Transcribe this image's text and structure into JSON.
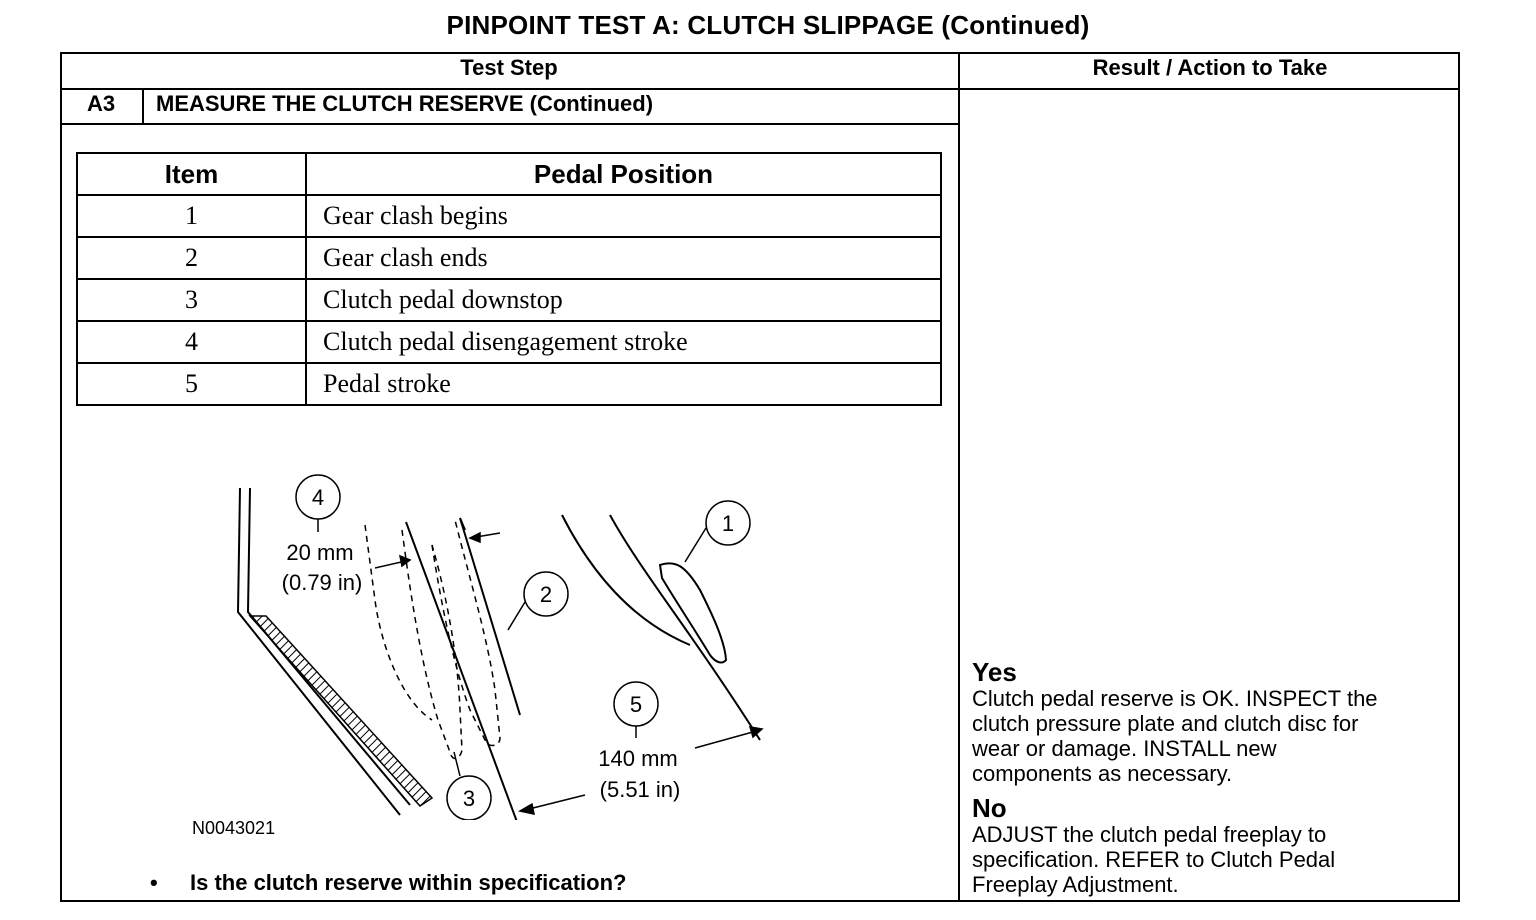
{
  "title": "PINPOINT TEST  A: CLUTCH SLIPPAGE (Continued)",
  "columns": {
    "test_step": "Test Step",
    "result_action": "Result / Action to Take"
  },
  "step": {
    "id": "A3",
    "title": "MEASURE THE CLUTCH RESERVE (Continued)"
  },
  "table": {
    "headers": [
      "Item",
      "Pedal Position"
    ],
    "rows": [
      {
        "item": "1",
        "position": "Gear clash begins"
      },
      {
        "item": "2",
        "position": "Gear clash ends"
      },
      {
        "item": "3",
        "position": "Clutch pedal downstop"
      },
      {
        "item": "4",
        "position": "Clutch pedal disengagement stroke"
      },
      {
        "item": "5",
        "position": "Pedal stroke"
      }
    ]
  },
  "diagram": {
    "callouts": [
      "1",
      "2",
      "3",
      "4",
      "5"
    ],
    "dim_4_mm": "20 mm",
    "dim_4_in": "(0.79 in)",
    "dim_5_mm": "140 mm",
    "dim_5_in": "(5.51 in)",
    "figure_id": "N0043021"
  },
  "question": {
    "bullet": "•",
    "text": "Is the clutch reserve within specification?"
  },
  "results": {
    "yes_label": "Yes",
    "yes_lines": [
      "Clutch pedal reserve is OK. INSPECT the",
      "clutch pressure plate and clutch disc for",
      "wear or damage. INSTALL new",
      "components as necessary."
    ],
    "no_label": "No",
    "no_lines": [
      "ADJUST the clutch pedal freeplay to",
      "specification. REFER to Clutch Pedal",
      "Freeplay Adjustment."
    ]
  }
}
